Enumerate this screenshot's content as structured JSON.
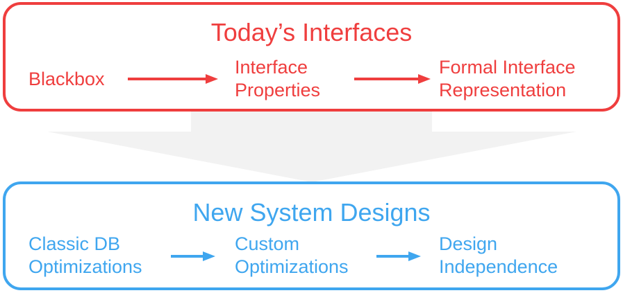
{
  "top": {
    "title": "Today’s Interfaces",
    "steps": [
      {
        "lines": [
          "Blackbox"
        ]
      },
      {
        "lines": [
          "Interface",
          "Properties"
        ]
      },
      {
        "lines": [
          "Formal Interface",
          "Representation"
        ]
      }
    ]
  },
  "bottom": {
    "title": "New System Designs",
    "steps": [
      {
        "lines": [
          "Classic DB",
          "Optimizations"
        ]
      },
      {
        "lines": [
          "Custom",
          "Optimizations"
        ]
      },
      {
        "lines": [
          "Design",
          "Independence"
        ]
      }
    ]
  },
  "colors": {
    "top_accent": "#ef3e3e",
    "bottom_accent": "#3fa6ef",
    "transition_arrow": "#f2f2f2"
  }
}
